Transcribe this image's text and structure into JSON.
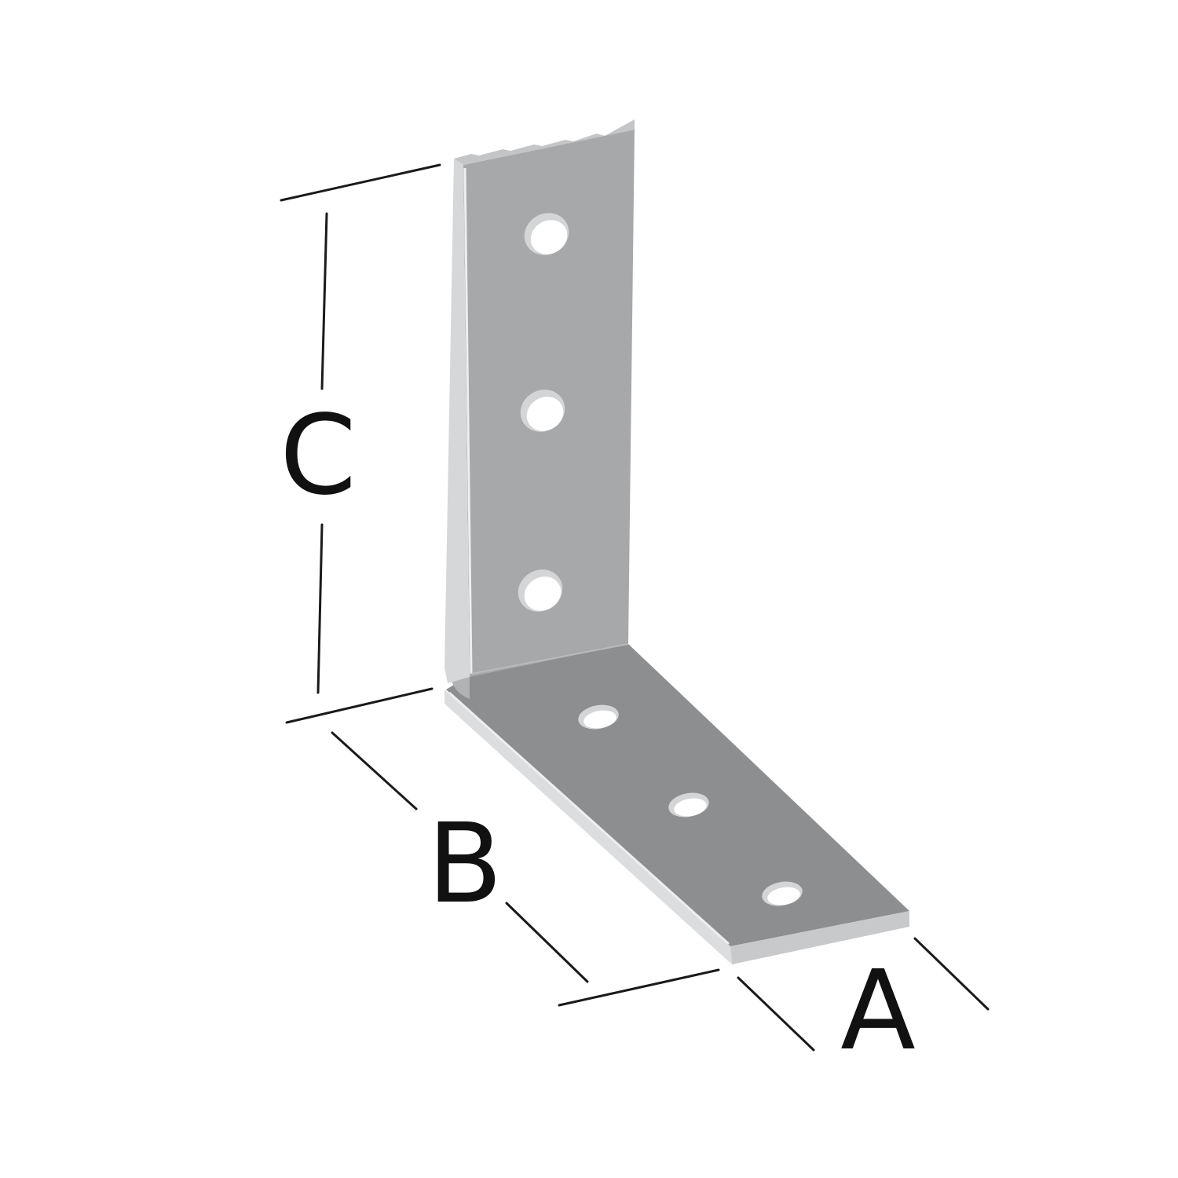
{
  "diagram": {
    "labels": {
      "width": "A",
      "base_length": "B",
      "height": "C"
    },
    "colors": {
      "background": "#ffffff",
      "vertical_face": "#a6a8aa",
      "horizontal_face": "#8c8e90",
      "edge_highlight": "#e8e9ea",
      "thickness_edge": "#c8c9cb",
      "hole_fill": "#ffffff",
      "hole_shadow": "#d4d5d6",
      "dimension_line": "#1a1a1a",
      "label_text": "#111111"
    },
    "holes": {
      "vertical_leg": 3,
      "horizontal_leg": 3
    }
  }
}
